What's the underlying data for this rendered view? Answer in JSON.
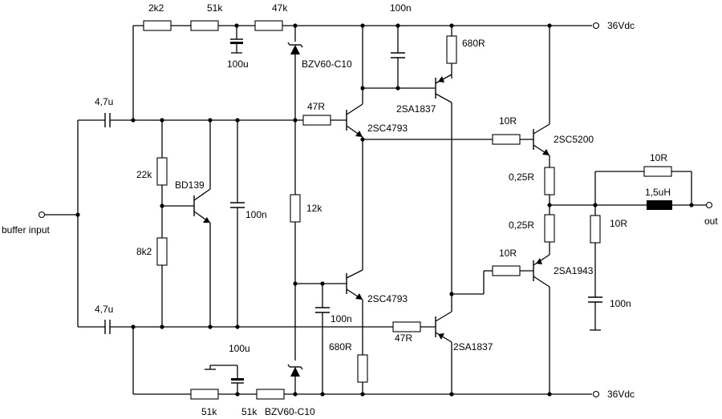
{
  "schematic": {
    "terminals": {
      "input": "buffer input",
      "output": "out",
      "supply_positive": "36Vdc",
      "supply_negative": "36Vdc"
    },
    "components": {
      "c_in_top": "4,7u",
      "c_in_bottom": "4,7u",
      "r_2k2": "2k2",
      "r_51k_top": "51k",
      "r_47k": "47k",
      "c_100u_top": "100u",
      "zener_top": "BZV60-C10",
      "c_100n_top": "100n",
      "r_680_top": "680R",
      "q_2sa1837_top": "2SA1837",
      "r_47_top": "47R",
      "q_2sc4793_top": "2SC4793",
      "r_22k": "22k",
      "q_bd139": "BD139",
      "c_100n_mid": "100n",
      "r_8k2": "8k2",
      "r_12k": "12k",
      "r_10_driver_top": "10R",
      "q_2sc5200": "2SC5200",
      "r_025_top": "0,25R",
      "r_025_bottom": "0,25R",
      "r_10_feedback": "10R",
      "l_out": "1,5uH",
      "r_10_zobel": "10R",
      "r_10_driver_bottom": "10R",
      "q_2sa1943": "2SA1943",
      "c_100n_zobel": "100n",
      "q_2sc4793_bottom": "2SC4793",
      "c_100n_bottom": "100n",
      "r_680_bottom": "680R",
      "r_47_bottom": "47R",
      "q_2sa1837_bottom": "2SA1837",
      "c_100u_bottom": "100u",
      "r_51k_bottom_a": "51k",
      "r_51k_bottom_b": "51k",
      "zener_bottom": "BZV60-C10"
    }
  }
}
